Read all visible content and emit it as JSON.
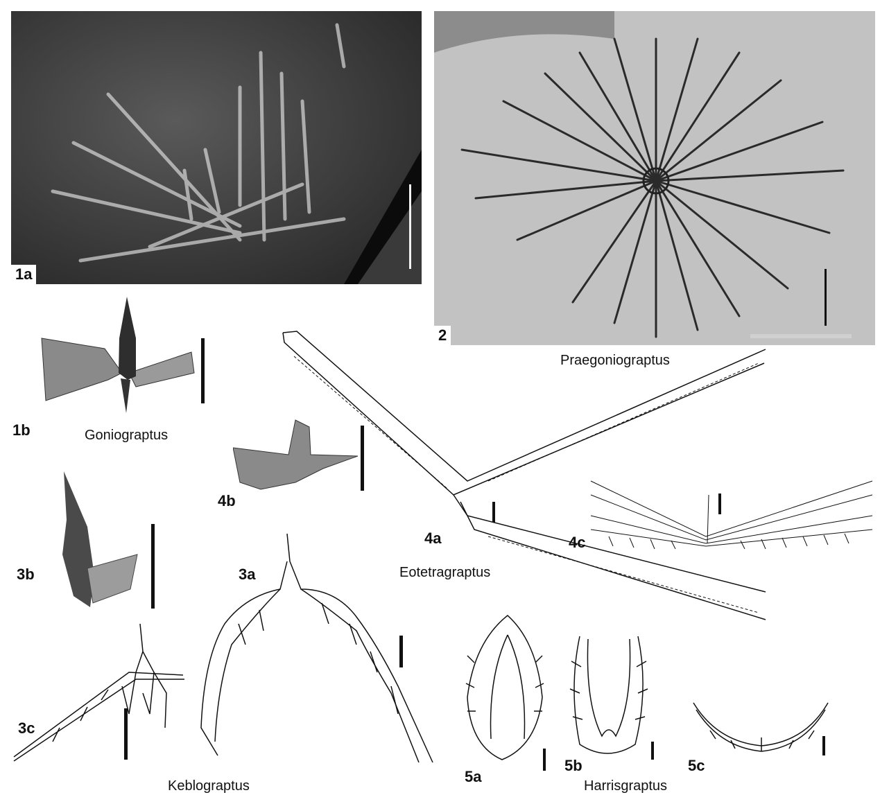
{
  "panels": {
    "p1a": "1a",
    "p1b": "1b",
    "p2": "2",
    "p3a": "3a",
    "p3b": "3b",
    "p3c": "3c",
    "p4a": "4a",
    "p4b": "4b",
    "p4c": "4c",
    "p5a": "5a",
    "p5b": "5b",
    "p5c": "5c"
  },
  "captions": {
    "praegoniograptus": "Praegoniograptus",
    "goniograptus": "Goniograptus",
    "eotetragraptus": "Eotetragraptus",
    "keblograptus": "Keblograptus",
    "harrisgraptus": "Harrisgraptus"
  },
  "colors": {
    "photo_dark": "#3a3a3a",
    "photo_light": "#bdbdbd",
    "ink": "#111111",
    "scalebar_grey": "#c8c8c8"
  }
}
